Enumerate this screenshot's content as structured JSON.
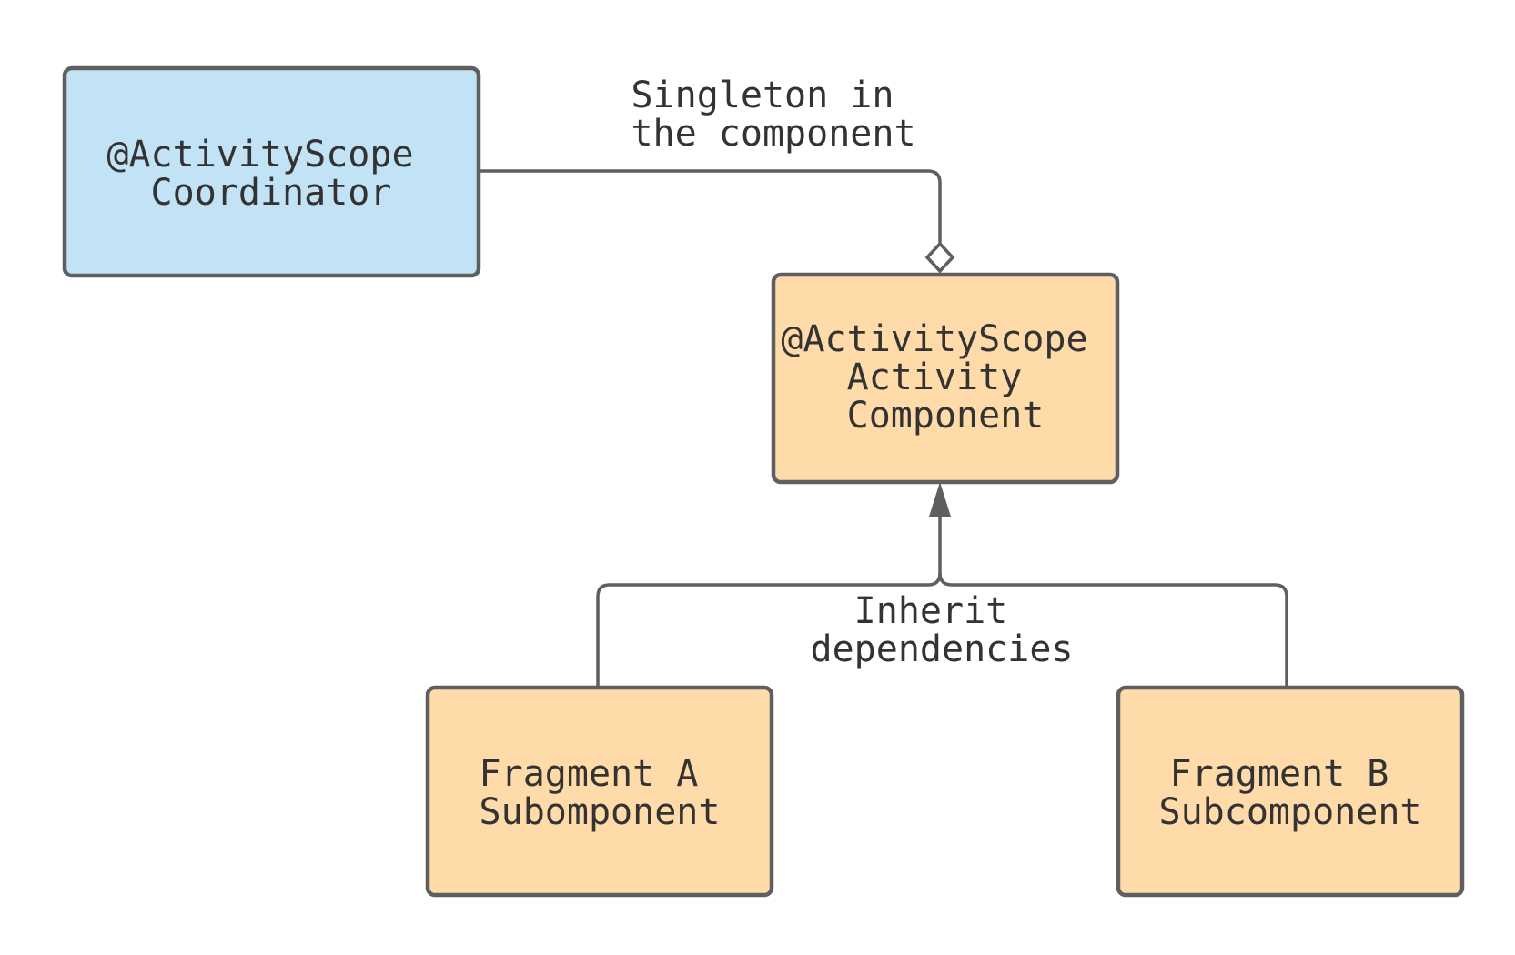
{
  "colors": {
    "stroke": "#5f5f5f",
    "text": "#333333",
    "coordinator_fill": "#c2e3f5",
    "component_fill": "#ffdba9",
    "background": "#ffffff"
  },
  "nodes": {
    "coordinator": {
      "lines": [
        "@ActivityScope",
        "Coordinator"
      ]
    },
    "activity_component": {
      "lines": [
        "@ActivityScope",
        "Activity",
        "Component"
      ]
    },
    "fragment_a": {
      "lines": [
        "Fragment A",
        "Subomponent"
      ]
    },
    "fragment_b": {
      "lines": [
        "Fragment B",
        "Subcomponent"
      ]
    }
  },
  "edges": {
    "singleton": {
      "label_lines": [
        "Singleton in",
        "the component"
      ],
      "end": "open-diamond"
    },
    "inherit": {
      "label_lines": [
        "Inherit",
        "dependencies"
      ],
      "end": "filled-arrow"
    }
  }
}
